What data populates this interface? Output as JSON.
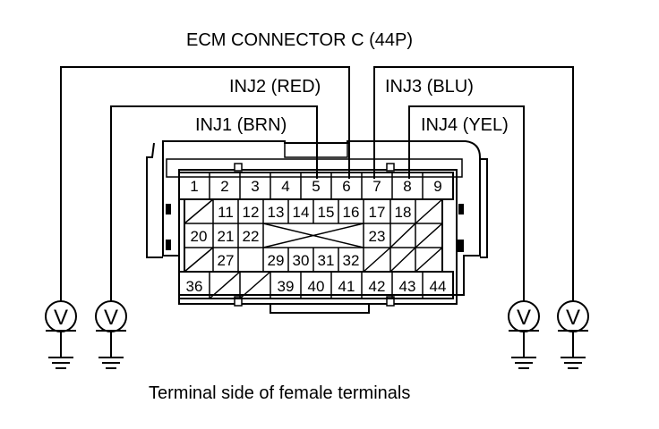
{
  "title": "ECM CONNECTOR C (44P)",
  "caption": "Terminal side of female terminals",
  "wires": {
    "inj1": "INJ1 (BRN)",
    "inj2": "INJ2 (RED)",
    "inj3": "INJ3 (BLU)",
    "inj4": "INJ4 (YEL)"
  },
  "terminals": {
    "row1": [
      "1",
      "2",
      "3",
      "4",
      "5",
      "6",
      "7",
      "8",
      "9"
    ],
    "row2": [
      "11",
      "12",
      "13",
      "14",
      "15",
      "16",
      "17",
      "18"
    ],
    "row3": [
      "20",
      "21",
      "22",
      "23"
    ],
    "row4": [
      "27",
      "29",
      "30",
      "31",
      "32"
    ],
    "row5": [
      "36",
      "39",
      "40",
      "41",
      "42",
      "43",
      "44"
    ]
  },
  "meters": [
    {
      "label": "V"
    },
    {
      "label": "V"
    },
    {
      "label": "V"
    },
    {
      "label": "V"
    }
  ]
}
